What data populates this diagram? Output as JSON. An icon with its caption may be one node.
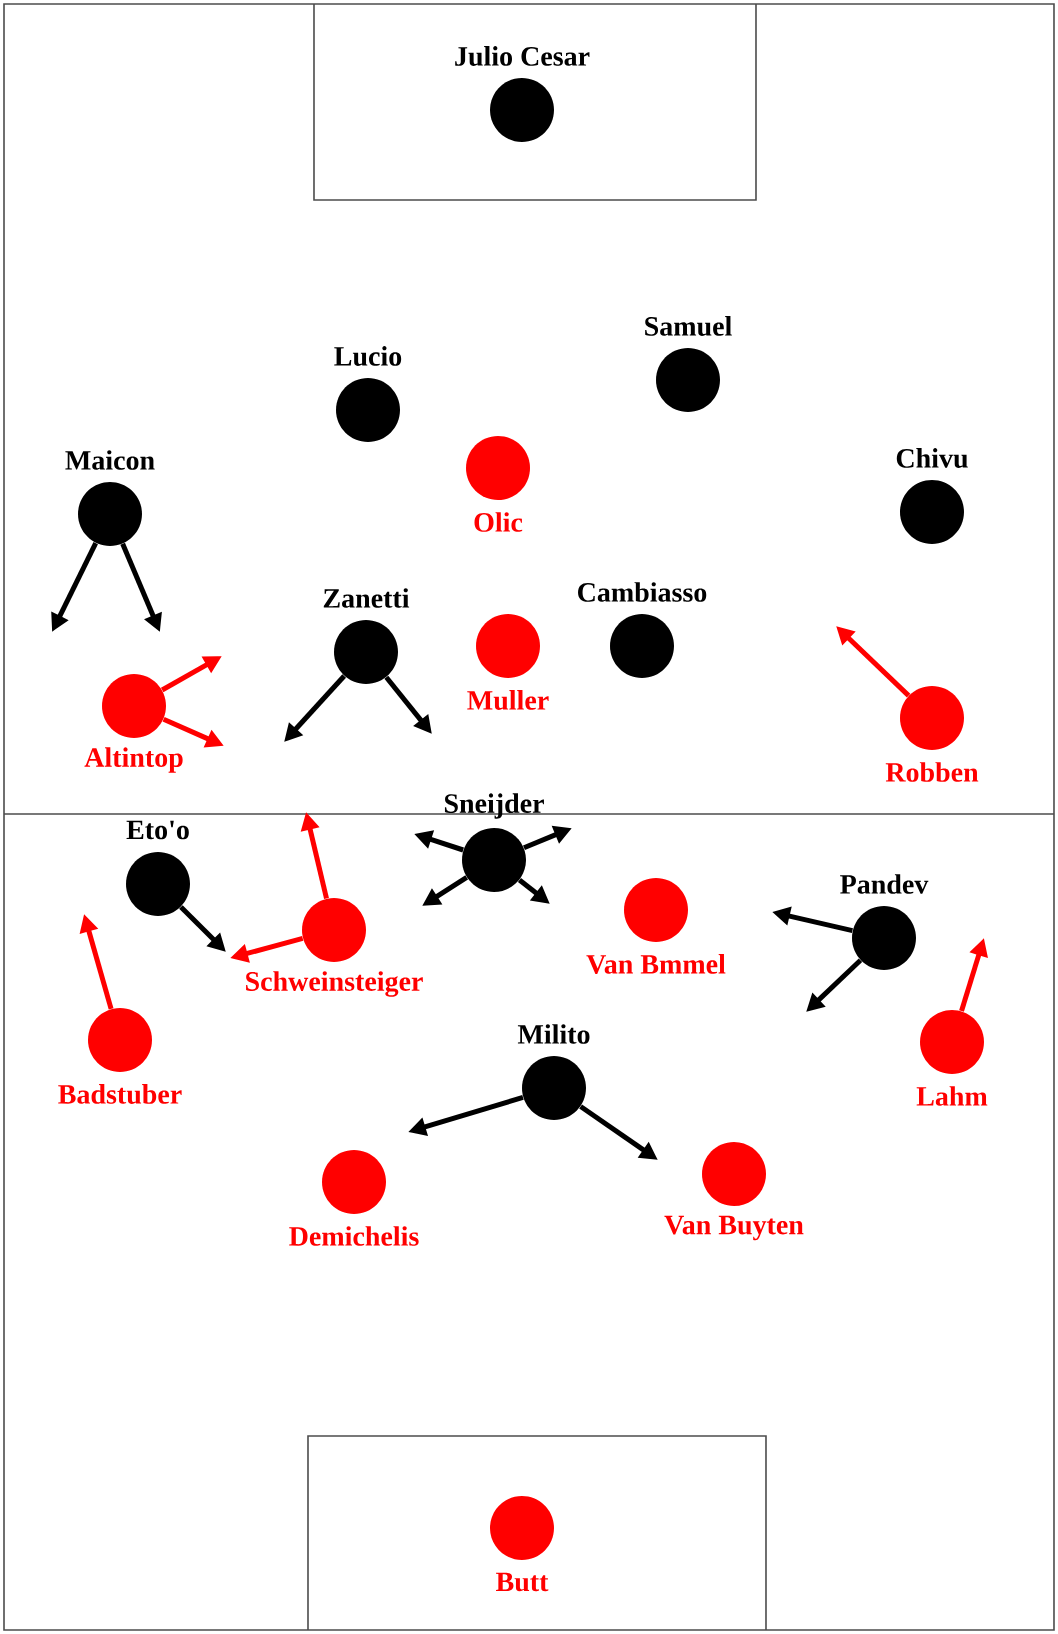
{
  "diagram": {
    "nodes": [
      {
        "text": [
          "Julio Cesar"
        ]
      },
      {
        "text": [
          "Lucio"
        ]
      },
      {
        "text": [
          "Samuel"
        ]
      },
      {
        "text": [
          "Olic"
        ]
      },
      {
        "text": [
          "Maicon"
        ]
      },
      {
        "text": [
          "Chivu"
        ]
      },
      {
        "text": [
          "Zanetti"
        ]
      },
      {
        "text": [
          "Cambiasso"
        ]
      },
      {
        "text": [
          "Muller"
        ]
      },
      {
        "text": [
          "Altintop"
        ]
      },
      {
        "text": [
          "Robben"
        ]
      },
      {
        "text": [
          "Sneijder"
        ]
      },
      {
        "text": [
          "Eto'o"
        ]
      },
      {
        "text": [
          "Schweinsteiger"
        ]
      },
      {
        "text": [
          "Van Bmmel"
        ]
      },
      {
        "text": [
          "Pandev"
        ]
      },
      {
        "text": [
          "Badstuber"
        ]
      },
      {
        "text": [
          "Lahm"
        ]
      },
      {
        "text": [
          "Milito"
        ]
      },
      {
        "text": [
          "Demichelis"
        ]
      },
      {
        "text": [
          "Van Buyten"
        ]
      },
      {
        "text": [
          "Butt"
        ]
      }
    ],
    "edges": [
      {
        "from": 4,
        "to": null,
        "arrow": "to"
      },
      {
        "from": 4,
        "to": null,
        "arrow": "to"
      },
      {
        "from": 9,
        "to": null,
        "arrow": "to",
        "color": "#ff0000"
      },
      {
        "from": 9,
        "to": null,
        "arrow": "to",
        "color": "#ff0000"
      },
      {
        "from": 6,
        "to": null,
        "arrow": "to"
      },
      {
        "from": 6,
        "to": null,
        "arrow": "to"
      },
      {
        "from": 10,
        "to": null,
        "arrow": "to",
        "color": "#ff0000"
      },
      {
        "from": 11,
        "to": null,
        "arrow": "to"
      },
      {
        "from": 11,
        "to": null,
        "arrow": "to"
      },
      {
        "from": 11,
        "to": null,
        "arrow": "to"
      },
      {
        "from": 11,
        "to": null,
        "arrow": "to"
      },
      {
        "from": 12,
        "to": null,
        "arrow": "to"
      },
      {
        "from": 13,
        "to": null,
        "arrow": "to",
        "color": "#ff0000"
      },
      {
        "from": 13,
        "to": null,
        "arrow": "to",
        "color": "#ff0000"
      },
      {
        "from": 16,
        "to": null,
        "arrow": "to",
        "color": "#ff0000"
      },
      {
        "from": 15,
        "to": null,
        "arrow": "to"
      },
      {
        "from": 15,
        "to": null,
        "arrow": "to"
      },
      {
        "from": 17,
        "to": null,
        "arrow": "to",
        "color": "#ff0000"
      },
      {
        "from": 18,
        "to": null,
        "arrow": "to"
      },
      {
        "from": 18,
        "to": null,
        "arrow": "to"
      }
    ]
  }
}
